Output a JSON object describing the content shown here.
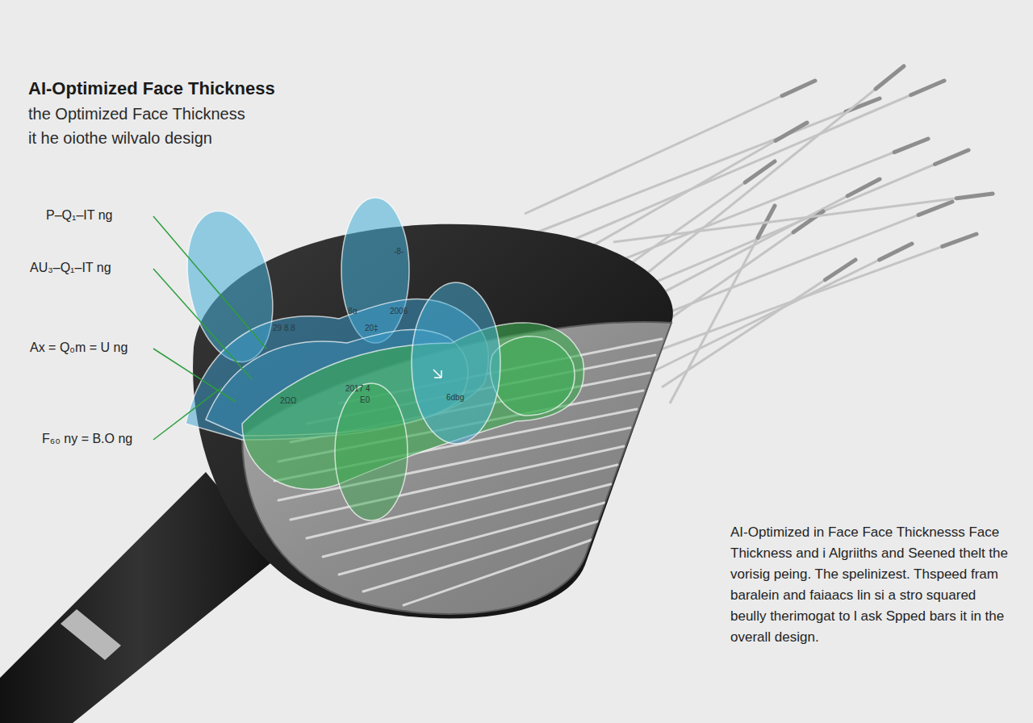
{
  "diagram": {
    "title": "AI-Optimized Face Thickness",
    "caption": "AI-Optimized in Face Face Thicknesss Face Thickness and i Algriiths and Seened thelt the vorisig peing. The spelinizest. Thspeed fram baralein and faiaacs lin si a stro squared beully therimogat to l ask Spped bars it in the overall design.",
    "labels": [
      "the Optimized Face Thickness",
      "it he oiothe wilvalo design",
      "P–Q₁–IT ng",
      "AU₃–Q₁–IT ng",
      "Ax = Q₀m = U ng",
      "F₆₀ ny = B.O ng",
      "-8-",
      "29 8.8",
      "- 8α",
      "2006",
      "20‡",
      "2ΩΩ",
      "2017 4",
      "E0",
      "6dbg"
    ]
  }
}
